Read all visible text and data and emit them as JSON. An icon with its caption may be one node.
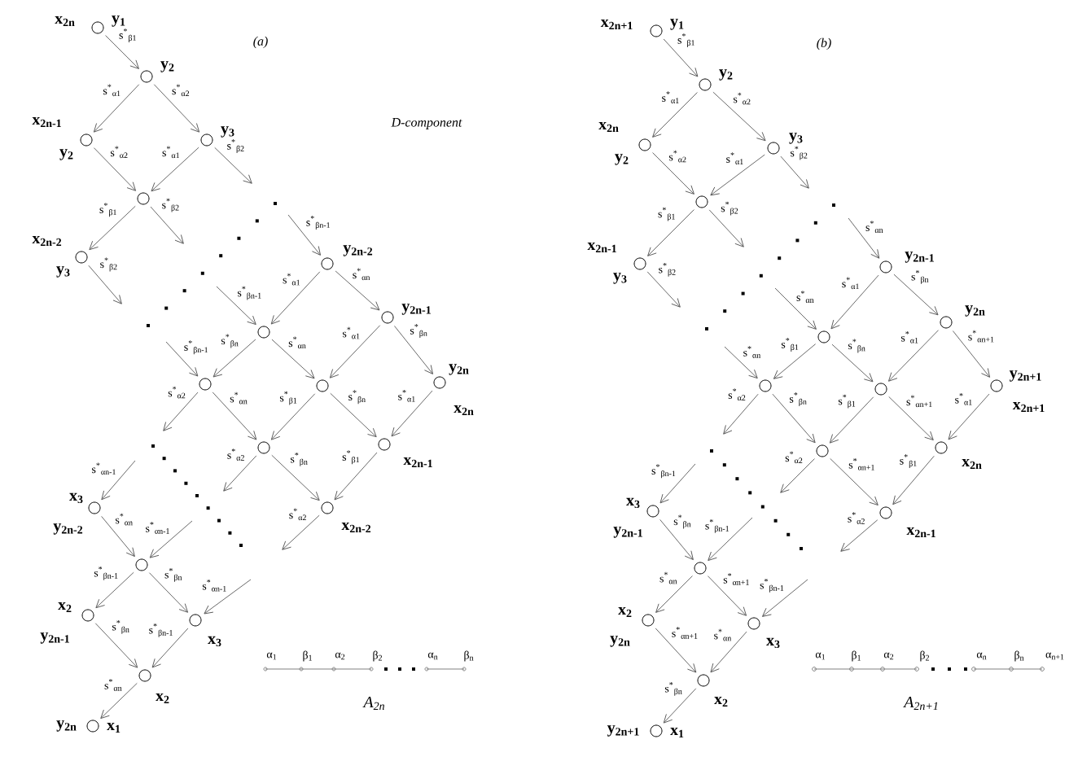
{
  "diagram": {
    "nodes": [
      {
        "text": [],
        "shape": "circle",
        "beside": [
          "x$_{2n}$",
          "y$_{1}$"
        ]
      },
      {
        "text": [],
        "shape": "circle",
        "beside": [
          "y$_{2}$"
        ]
      },
      {
        "text": [],
        "shape": "circle",
        "beside": [
          "x$_{2n-1}$",
          "y$_{2}$"
        ]
      },
      {
        "text": [],
        "shape": "circle",
        "beside": [
          "y$_{3}$"
        ]
      },
      {
        "text": [],
        "shape": "circle"
      },
      {
        "text": [],
        "shape": "circle",
        "beside": [
          "x$_{2n-2}$",
          "y$_{3}$"
        ]
      },
      {
        "text": [],
        "shape": "circle",
        "beside": [
          "y$_{2n-2}$"
        ]
      },
      {
        "text": [],
        "shape": "circle"
      },
      {
        "text": [],
        "shape": "circle",
        "beside": [
          "y$_{2n-1}$"
        ]
      },
      {
        "text": [],
        "shape": "circle"
      },
      {
        "text": [],
        "shape": "circle"
      },
      {
        "text": [],
        "shape": "circle",
        "beside": [
          "y$_{2n}$",
          "x$_{2n}$"
        ]
      },
      {
        "text": [],
        "shape": "circle"
      },
      {
        "text": [],
        "shape": "circle",
        "beside": [
          "x$_{2n-1}$"
        ]
      },
      {
        "text": [],
        "shape": "circle",
        "beside": [
          "x$_{2n-2}$"
        ]
      },
      {
        "text": [],
        "shape": "circle",
        "beside": [
          "x$_{3}$",
          "y$_{2n-2}$"
        ]
      },
      {
        "text": [],
        "shape": "circle"
      },
      {
        "text": [],
        "shape": "circle",
        "beside": [
          "x$_{2}$",
          "y$_{2n-1}$"
        ]
      },
      {
        "text": [],
        "shape": "circle",
        "beside": [
          "x$_{3}$"
        ]
      },
      {
        "text": [],
        "shape": "circle",
        "beside": [
          "x$_{2}$"
        ]
      },
      {
        "text": [],
        "shape": "circle",
        "beside": [
          "y$_{2n}$",
          "x$_{1}$"
        ]
      },
      {
        "text": [],
        "shape": "circle",
        "beside": [
          "x$_{2n+1}$",
          "y$_{1}$"
        ]
      },
      {
        "text": [],
        "shape": "circle",
        "beside": [
          "y$_{2}$"
        ]
      },
      {
        "text": [],
        "shape": "circle",
        "beside": [
          "x$_{2n}$",
          "y$_{2}$"
        ]
      },
      {
        "text": [],
        "shape": "circle",
        "beside": [
          "y$_{3}$"
        ]
      },
      {
        "text": [],
        "shape": "circle"
      },
      {
        "text": [],
        "shape": "circle",
        "beside": [
          "x$_{2n-1}$",
          "y$_{3}$"
        ]
      },
      {
        "text": [],
        "shape": "circle",
        "beside": [
          "y$_{2n-1}$"
        ]
      },
      {
        "text": [],
        "shape": "circle"
      },
      {
        "text": [],
        "shape": "circle",
        "beside": [
          "y$_{2n}$"
        ]
      },
      {
        "text": [],
        "shape": "circle"
      },
      {
        "text": [],
        "shape": "circle"
      },
      {
        "text": [],
        "shape": "circle",
        "beside": [
          "y$_{2n+1}$",
          "x$_{2n+1}$"
        ]
      },
      {
        "text": [],
        "shape": "circle"
      },
      {
        "text": [],
        "shape": "circle",
        "beside": [
          "x$_{2n}$"
        ]
      },
      {
        "text": [],
        "shape": "circle",
        "beside": [
          "x$_{2n-1}$"
        ]
      },
      {
        "text": [],
        "shape": "circle",
        "beside": [
          "x$_{3}$",
          "y$_{2n-1}$"
        ]
      },
      {
        "text": [],
        "shape": "circle"
      },
      {
        "text": [],
        "shape": "circle",
        "beside": [
          "x$_{2}$",
          "y$_{2n}$"
        ]
      },
      {
        "text": [],
        "shape": "circle",
        "beside": [
          "x$_{3}$"
        ]
      },
      {
        "text": [],
        "shape": "circle",
        "beside": [
          "x$_{2}$"
        ]
      },
      {
        "text": [],
        "shape": "circle",
        "beside": [
          "y$_{2n+1}$",
          "x$_{1}$"
        ]
      },
      {
        "text": [],
        "shape": "dots"
      },
      {
        "text": [],
        "shape": "dots"
      },
      {
        "text": [],
        "shape": "dots"
      },
      {
        "text": [],
        "shape": "dots"
      }
    ],
    "edges": [
      {
        "from": 0,
        "to": 1,
        "arrow": "to",
        "label": "s$^{*}$$_{β1}$"
      },
      {
        "from": 1,
        "to": 2,
        "arrow": "to",
        "label": "s$^{*}$$_{α1}$"
      },
      {
        "from": 1,
        "to": 3,
        "arrow": "to",
        "label": "s$^{*}$$_{α2}$"
      },
      {
        "from": 2,
        "to": 4,
        "arrow": "to",
        "label": "s$^{*}$$_{α2}$"
      },
      {
        "from": 3,
        "to": 4,
        "arrow": "to",
        "label": "s$^{*}$$_{α1}$"
      },
      {
        "from": 3,
        "to": 42,
        "arrow": "to",
        "label": "s$^{*}$$_{β2}$"
      },
      {
        "from": 42,
        "to": 6,
        "arrow": "to",
        "label": "s$^{*}$$_{βn-1}$"
      },
      {
        "from": 4,
        "to": 5,
        "arrow": "to",
        "label": "s$^{*}$$_{β1}$"
      },
      {
        "from": 4,
        "to": 42,
        "arrow": "to",
        "label": "s$^{*}$$_{β2}$"
      },
      {
        "from": 5,
        "to": 42,
        "arrow": "to",
        "label": "s$^{*}$$_{β2}$"
      },
      {
        "from": 42,
        "to": 7,
        "arrow": "to",
        "label": "s$^{*}$$_{βn-1}$"
      },
      {
        "from": 6,
        "to": 7,
        "arrow": "to",
        "label": "s$^{*}$$_{α1}$"
      },
      {
        "from": 6,
        "to": 8,
        "arrow": "to",
        "label": "s$^{*}$$_{αn}$"
      },
      {
        "from": 42,
        "to": 9,
        "arrow": "to",
        "label": "s$^{*}$$_{βn-1}$"
      },
      {
        "from": 7,
        "to": 9,
        "arrow": "to",
        "label": "s$^{*}$$_{βn}$"
      },
      {
        "from": 7,
        "to": 10,
        "arrow": "to",
        "label": "s$^{*}$$_{αn}$"
      },
      {
        "from": 8,
        "to": 10,
        "arrow": "to",
        "label": "s$^{*}$$_{α1}$"
      },
      {
        "from": 8,
        "to": 11,
        "arrow": "to",
        "label": "s$^{*}$$_{βn}$"
      },
      {
        "from": 9,
        "to": 43,
        "arrow": "to",
        "label": "s$^{*}$$_{α2}$"
      },
      {
        "from": 9,
        "to": 12,
        "arrow": "to",
        "label": "s$^{*}$$_{αn}$"
      },
      {
        "from": 10,
        "to": 12,
        "arrow": "to",
        "label": "s$^{*}$$_{β1}$"
      },
      {
        "from": 10,
        "to": 13,
        "arrow": "to",
        "label": "s$^{*}$$_{βn}$"
      },
      {
        "from": 11,
        "to": 13,
        "arrow": "to",
        "label": "s$^{*}$$_{α1}$"
      },
      {
        "from": 43,
        "to": 15,
        "arrow": "to",
        "label": "s$^{*}$$_{αn-1}$"
      },
      {
        "from": 12,
        "to": 43,
        "arrow": "to",
        "label": "s$^{*}$$_{α2}$"
      },
      {
        "from": 12,
        "to": 14,
        "arrow": "to",
        "label": "s$^{*}$$_{βn}$"
      },
      {
        "from": 13,
        "to": 14,
        "arrow": "to",
        "label": "s$^{*}$$_{β1}$"
      },
      {
        "from": 14,
        "to": 43,
        "arrow": "to",
        "label": "s$^{*}$$_{α2}$"
      },
      {
        "from": 15,
        "to": 16,
        "arrow": "to",
        "label": "s$^{*}$$_{αn}$"
      },
      {
        "from": 43,
        "to": 16,
        "arrow": "to",
        "label": "s$^{*}$$_{αn-1}$"
      },
      {
        "from": 16,
        "to": 17,
        "arrow": "to",
        "label": "s$^{*}$$_{βn-1}$"
      },
      {
        "from": 16,
        "to": 18,
        "arrow": "to",
        "label": "s$^{*}$$_{βn}$"
      },
      {
        "from": 43,
        "to": 18,
        "arrow": "to",
        "label": "s$^{*}$$_{αn-1}$"
      },
      {
        "from": 17,
        "to": 19,
        "arrow": "to",
        "label": "s$^{*}$$_{βn}$"
      },
      {
        "from": 18,
        "to": 19,
        "arrow": "to",
        "label": "s$^{*}$$_{βn-1}$"
      },
      {
        "from": 19,
        "to": 20,
        "arrow": "to",
        "label": "s$^{*}$$_{αn}$"
      },
      {
        "from": 21,
        "to": 22,
        "arrow": "to",
        "label": "s$^{*}$$_{β1}$"
      },
      {
        "from": 22,
        "to": 23,
        "arrow": "to",
        "label": "s$^{*}$$_{α1}$"
      },
      {
        "from": 22,
        "to": 24,
        "arrow": "to",
        "label": "s$^{*}$$_{α2}$"
      },
      {
        "from": 23,
        "to": 25,
        "arrow": "to",
        "label": "s$^{*}$$_{α2}$"
      },
      {
        "from": 24,
        "to": 25,
        "arrow": "to",
        "label": "s$^{*}$$_{α1}$"
      },
      {
        "from": 24,
        "to": 44,
        "arrow": "to",
        "label": "s$^{*}$$_{β2}$"
      },
      {
        "from": 44,
        "to": 27,
        "arrow": "to",
        "label": "s$^{*}$$_{αn}$"
      },
      {
        "from": 25,
        "to": 26,
        "arrow": "to",
        "label": "s$^{*}$$_{β1}$"
      },
      {
        "from": 25,
        "to": 44,
        "arrow": "to",
        "label": "s$^{*}$$_{β2}$"
      },
      {
        "from": 26,
        "to": 44,
        "arrow": "to",
        "label": "s$^{*}$$_{β2}$"
      },
      {
        "from": 44,
        "to": 28,
        "arrow": "to",
        "label": "s$^{*}$$_{αn}$"
      },
      {
        "from": 27,
        "to": 28,
        "arrow": "to",
        "label": "s$^{*}$$_{α1}$"
      },
      {
        "from": 27,
        "to": 29,
        "arrow": "to",
        "label": "s$^{*}$$_{βn}$"
      },
      {
        "from": 44,
        "to": 30,
        "arrow": "to",
        "label": "s$^{*}$$_{αn}$"
      },
      {
        "from": 28,
        "to": 30,
        "arrow": "to",
        "label": "s$^{*}$$_{β1}$"
      },
      {
        "from": 28,
        "to": 31,
        "arrow": "to",
        "label": "s$^{*}$$_{βn}$"
      },
      {
        "from": 29,
        "to": 31,
        "arrow": "to",
        "label": "s$^{*}$$_{α1}$"
      },
      {
        "from": 29,
        "to": 32,
        "arrow": "to",
        "label": "s$^{*}$$_{αn+1}$"
      },
      {
        "from": 30,
        "to": 45,
        "arrow": "to",
        "label": "s$^{*}$$_{α2}$"
      },
      {
        "from": 30,
        "to": 33,
        "arrow": "to",
        "label": "s$^{*}$$_{βn}$"
      },
      {
        "from": 31,
        "to": 33,
        "arrow": "to",
        "label": "s$^{*}$$_{β1}$"
      },
      {
        "from": 31,
        "to": 34,
        "arrow": "to",
        "label": "s$^{*}$$_{αn+1}$"
      },
      {
        "from": 32,
        "to": 34,
        "arrow": "to",
        "label": "s$^{*}$$_{α1}$"
      },
      {
        "from": 45,
        "to": 36,
        "arrow": "to",
        "label": "s$^{*}$$_{βn-1}$"
      },
      {
        "from": 33,
        "to": 45,
        "arrow": "to",
        "label": "s$^{*}$$_{α2}$"
      },
      {
        "from": 33,
        "to": 35,
        "arrow": "to",
        "label": "s$^{*}$$_{αn+1}$"
      },
      {
        "from": 34,
        "to": 35,
        "arrow": "to",
        "label": "s$^{*}$$_{β1}$"
      },
      {
        "from": 35,
        "to": 45,
        "arrow": "to",
        "label": "s$^{*}$$_{α2}$"
      },
      {
        "from": 36,
        "to": 37,
        "arrow": "to",
        "label": "s$^{*}$$_{βn}$"
      },
      {
        "from": 45,
        "to": 37,
        "arrow": "to",
        "label": "s$^{*}$$_{βn-1}$"
      },
      {
        "from": 37,
        "to": 38,
        "arrow": "to",
        "label": "s$^{*}$$_{αn}$"
      },
      {
        "from": 37,
        "to": 39,
        "arrow": "to",
        "label": "s$^{*}$$_{αn+1}$"
      },
      {
        "from": 45,
        "to": 39,
        "arrow": "to",
        "label": "s$^{*}$$_{βn-1}$"
      },
      {
        "from": 38,
        "to": 40,
        "arrow": "to",
        "label": "s$^{*}$$_{αn+1}$"
      },
      {
        "from": 39,
        "to": 40,
        "arrow": "to",
        "label": "s$^{*}$$_{αn}$"
      },
      {
        "from": 40,
        "to": 41,
        "arrow": "to",
        "label": "s$^{*}$$_{βn}$"
      }
    ],
    "labels": [
      "(a)",
      "(b)",
      "D-component",
      "α$_{1}$",
      "β$_{1}$",
      "α$_{2}$",
      "β$_{2}$",
      "α$_{n}$",
      "β$_{n}$",
      "α$_{1}$",
      "β$_{1}$",
      "α$_{2}$",
      "β$_{2}$",
      "α$_{n}$",
      "β$_{n}$",
      "α$_{n+1}$",
      "A$_{2n}$",
      "A$_{2n+1}$"
    ]
  }
}
